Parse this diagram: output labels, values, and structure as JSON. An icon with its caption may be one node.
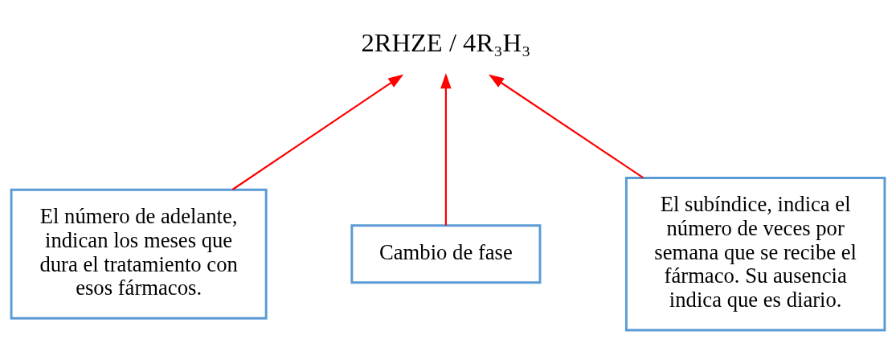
{
  "diagram": {
    "nodes": [
      {
        "text": [
          "2RHZE / 4R₃H₃"
        ]
      },
      {
        "text": [
          "El número de adelante, indican los meses que dura el tratamiento con esos fármacos."
        ]
      },
      {
        "text": [
          "Cambio de fase"
        ]
      },
      {
        "text": [
          "El subíndice, indica el número de veces por semana que se recibe el fármaco. Su ausencia indica que es diario."
        ]
      }
    ],
    "edges": [
      {
        "from": 1,
        "to": 0,
        "arrow": "to"
      },
      {
        "from": 2,
        "to": 0,
        "arrow": "to"
      },
      {
        "from": 3,
        "to": 0,
        "arrow": "to"
      }
    ]
  }
}
